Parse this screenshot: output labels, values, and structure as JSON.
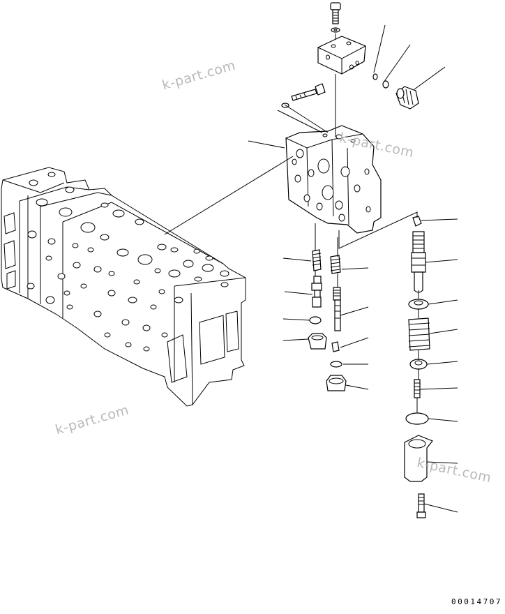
{
  "watermarks": [
    "k-part.com",
    "k-part.com",
    "k-part.com",
    "k-part.com"
  ],
  "drawing_number": "00014707",
  "parts": [
    "bolt-top",
    "washer-top",
    "cover-block",
    "o-ring-a",
    "o-ring-b",
    "plug-fitting",
    "bolt-side",
    "valve-section-body",
    "valve-assembly",
    "spring-l1",
    "spool-l",
    "o-ring-l",
    "plug-l",
    "spring-m1",
    "spool-m",
    "fitting-m",
    "o-ring-m",
    "plug-m",
    "plug-r-top",
    "spool-r",
    "retainer-r1",
    "spring-r",
    "retainer-r2",
    "bolt-r",
    "o-ring-r",
    "cover-r",
    "bolt-r-bottom"
  ]
}
